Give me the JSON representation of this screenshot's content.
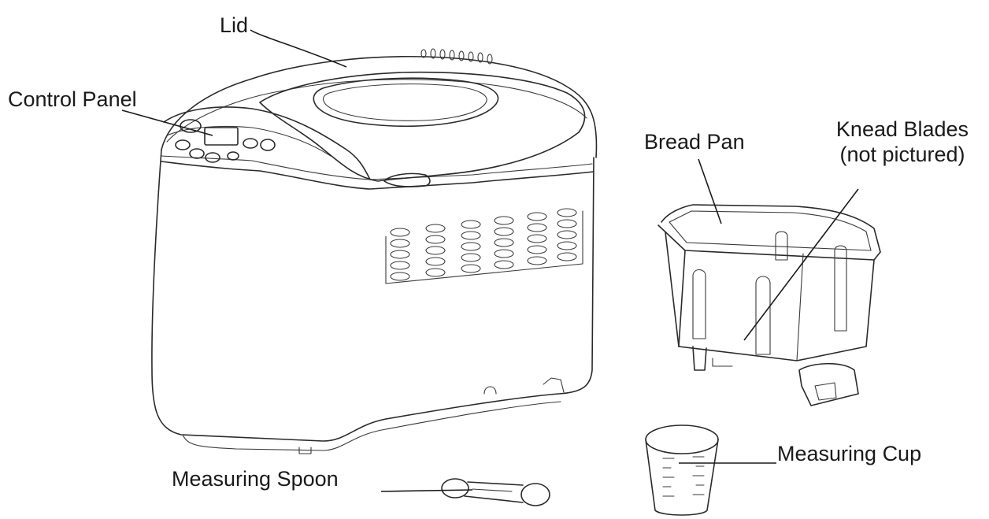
{
  "labels": {
    "lid": "Lid",
    "control_panel": "Control Panel",
    "bread_pan": "Bread Pan",
    "knead_blades_line1": "Knead Blades",
    "knead_blades_line2": "(not pictured)",
    "measuring_cup": "Measuring Cup",
    "measuring_spoon": "Measuring Spoon"
  }
}
